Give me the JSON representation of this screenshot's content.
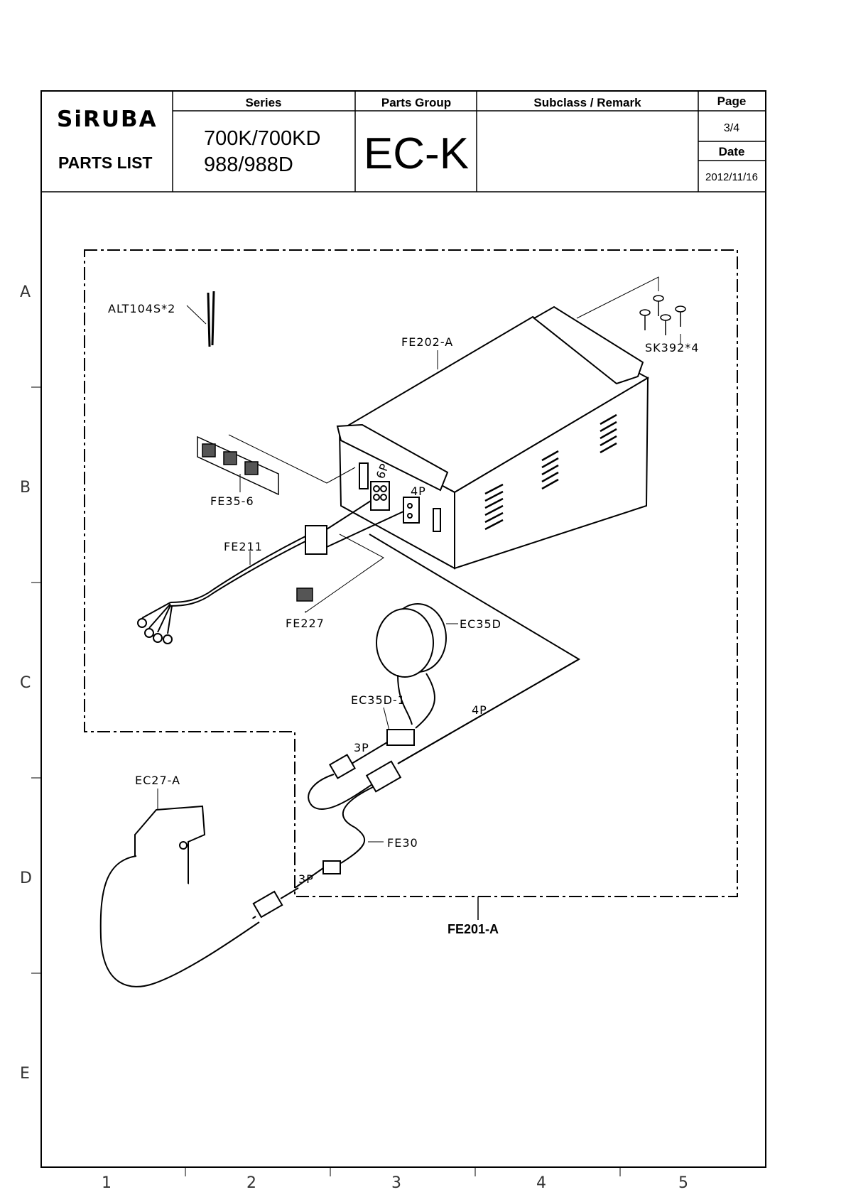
{
  "header": {
    "logo": "SiRUBA",
    "doc_type": "PARTS LIST",
    "series_label": "Series",
    "series_values": [
      "700K/700KD",
      "988/988D"
    ],
    "parts_group_label": "Parts Group",
    "parts_group_value": "EC-K",
    "subclass_label": "Subclass / Remark",
    "subclass_value": "",
    "page_label": "Page",
    "page_value": "3/4",
    "date_label": "Date",
    "date_value": "2012/11/16"
  },
  "grid": {
    "rows": [
      "A",
      "B",
      "C",
      "D",
      "E"
    ],
    "cols": [
      "1",
      "2",
      "3",
      "4",
      "5"
    ]
  },
  "parts": {
    "alt104": "ALT104S*2",
    "fe202": "FE202-A",
    "sk392": "SK392*4",
    "fe35": "FE35-6",
    "fe211": "FE211",
    "fe227": "FE227",
    "ec35d": "EC35D",
    "ec35d1": "EC35D-1",
    "p4_top": "4P",
    "p6": "6P",
    "p4_wire": "4P",
    "p3_upper": "3P",
    "p3_lower": "3P",
    "ec27": "EC27-A",
    "fe30": "FE30",
    "fe201": "FE201-A"
  }
}
